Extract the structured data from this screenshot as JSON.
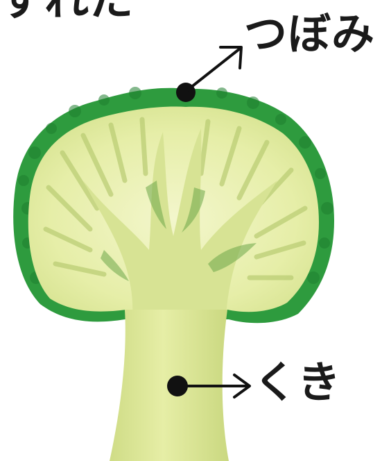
{
  "labels": {
    "bud": "つぼみ",
    "stem": "くき"
  },
  "title_fragment": "ずれた",
  "colors": {
    "floret_rim": "#2e9b3e",
    "floret_rim_dark": "#1f7f2f",
    "inner_flesh": "#e9efb0",
    "branch": "#cfdd8a",
    "stem": "#dde89a",
    "shadow_green": "#6ea84a",
    "pointer": "#111111"
  },
  "icons": {
    "pointer_dot": "filled-circle",
    "pointer_arrow": "open-arrowhead"
  }
}
